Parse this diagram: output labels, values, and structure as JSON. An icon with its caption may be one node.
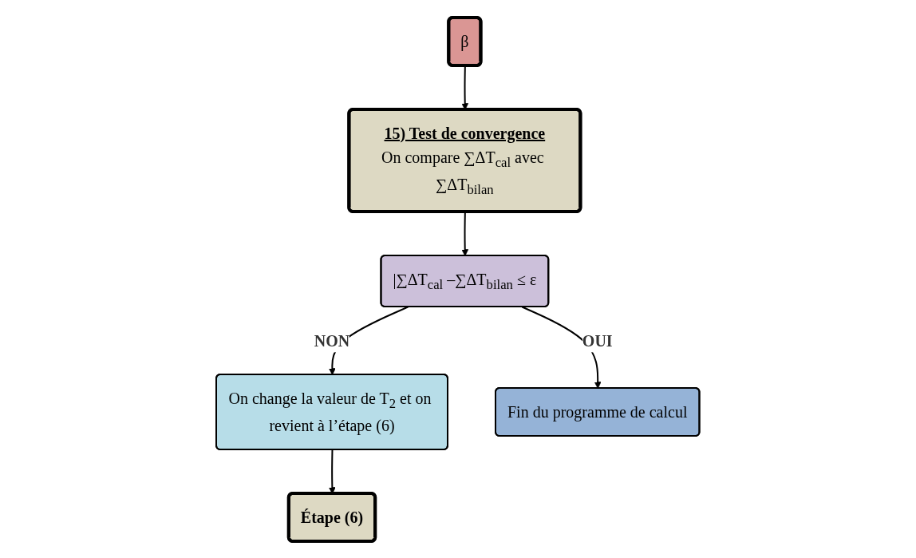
{
  "diagram": {
    "nodes": [
      {
        "text": [
          "β"
        ]
      },
      {
        "text": [
          "15) Test de convergence",
          "On compare ∑ΔT$_{cal}$ avec ∑ΔT$_{bilan}$"
        ]
      },
      {
        "text": [
          "On change la valeur de T$_{2}$ et on revient à l’étape (6)"
        ]
      },
      {
        "text": [
          "|∑ΔT$_{cal}$ –∑ΔT$_{bilan}$ ≤ ε"
        ]
      },
      {
        "text": [
          "Étape (6)"
        ]
      },
      {
        "text": [
          "Fin du programme de calcul"
        ]
      }
    ],
    "edges": [
      {
        "from": 0,
        "to": 1,
        "arrow": "to"
      },
      {
        "from": 1,
        "to": 3,
        "arrow": "to"
      },
      {
        "from": 3,
        "to": 2,
        "arrow": "to",
        "label": "NON"
      },
      {
        "from": 3,
        "to": 5,
        "arrow": "to",
        "label": "OUI"
      },
      {
        "from": 2,
        "to": 4,
        "arrow": "to"
      }
    ]
  }
}
